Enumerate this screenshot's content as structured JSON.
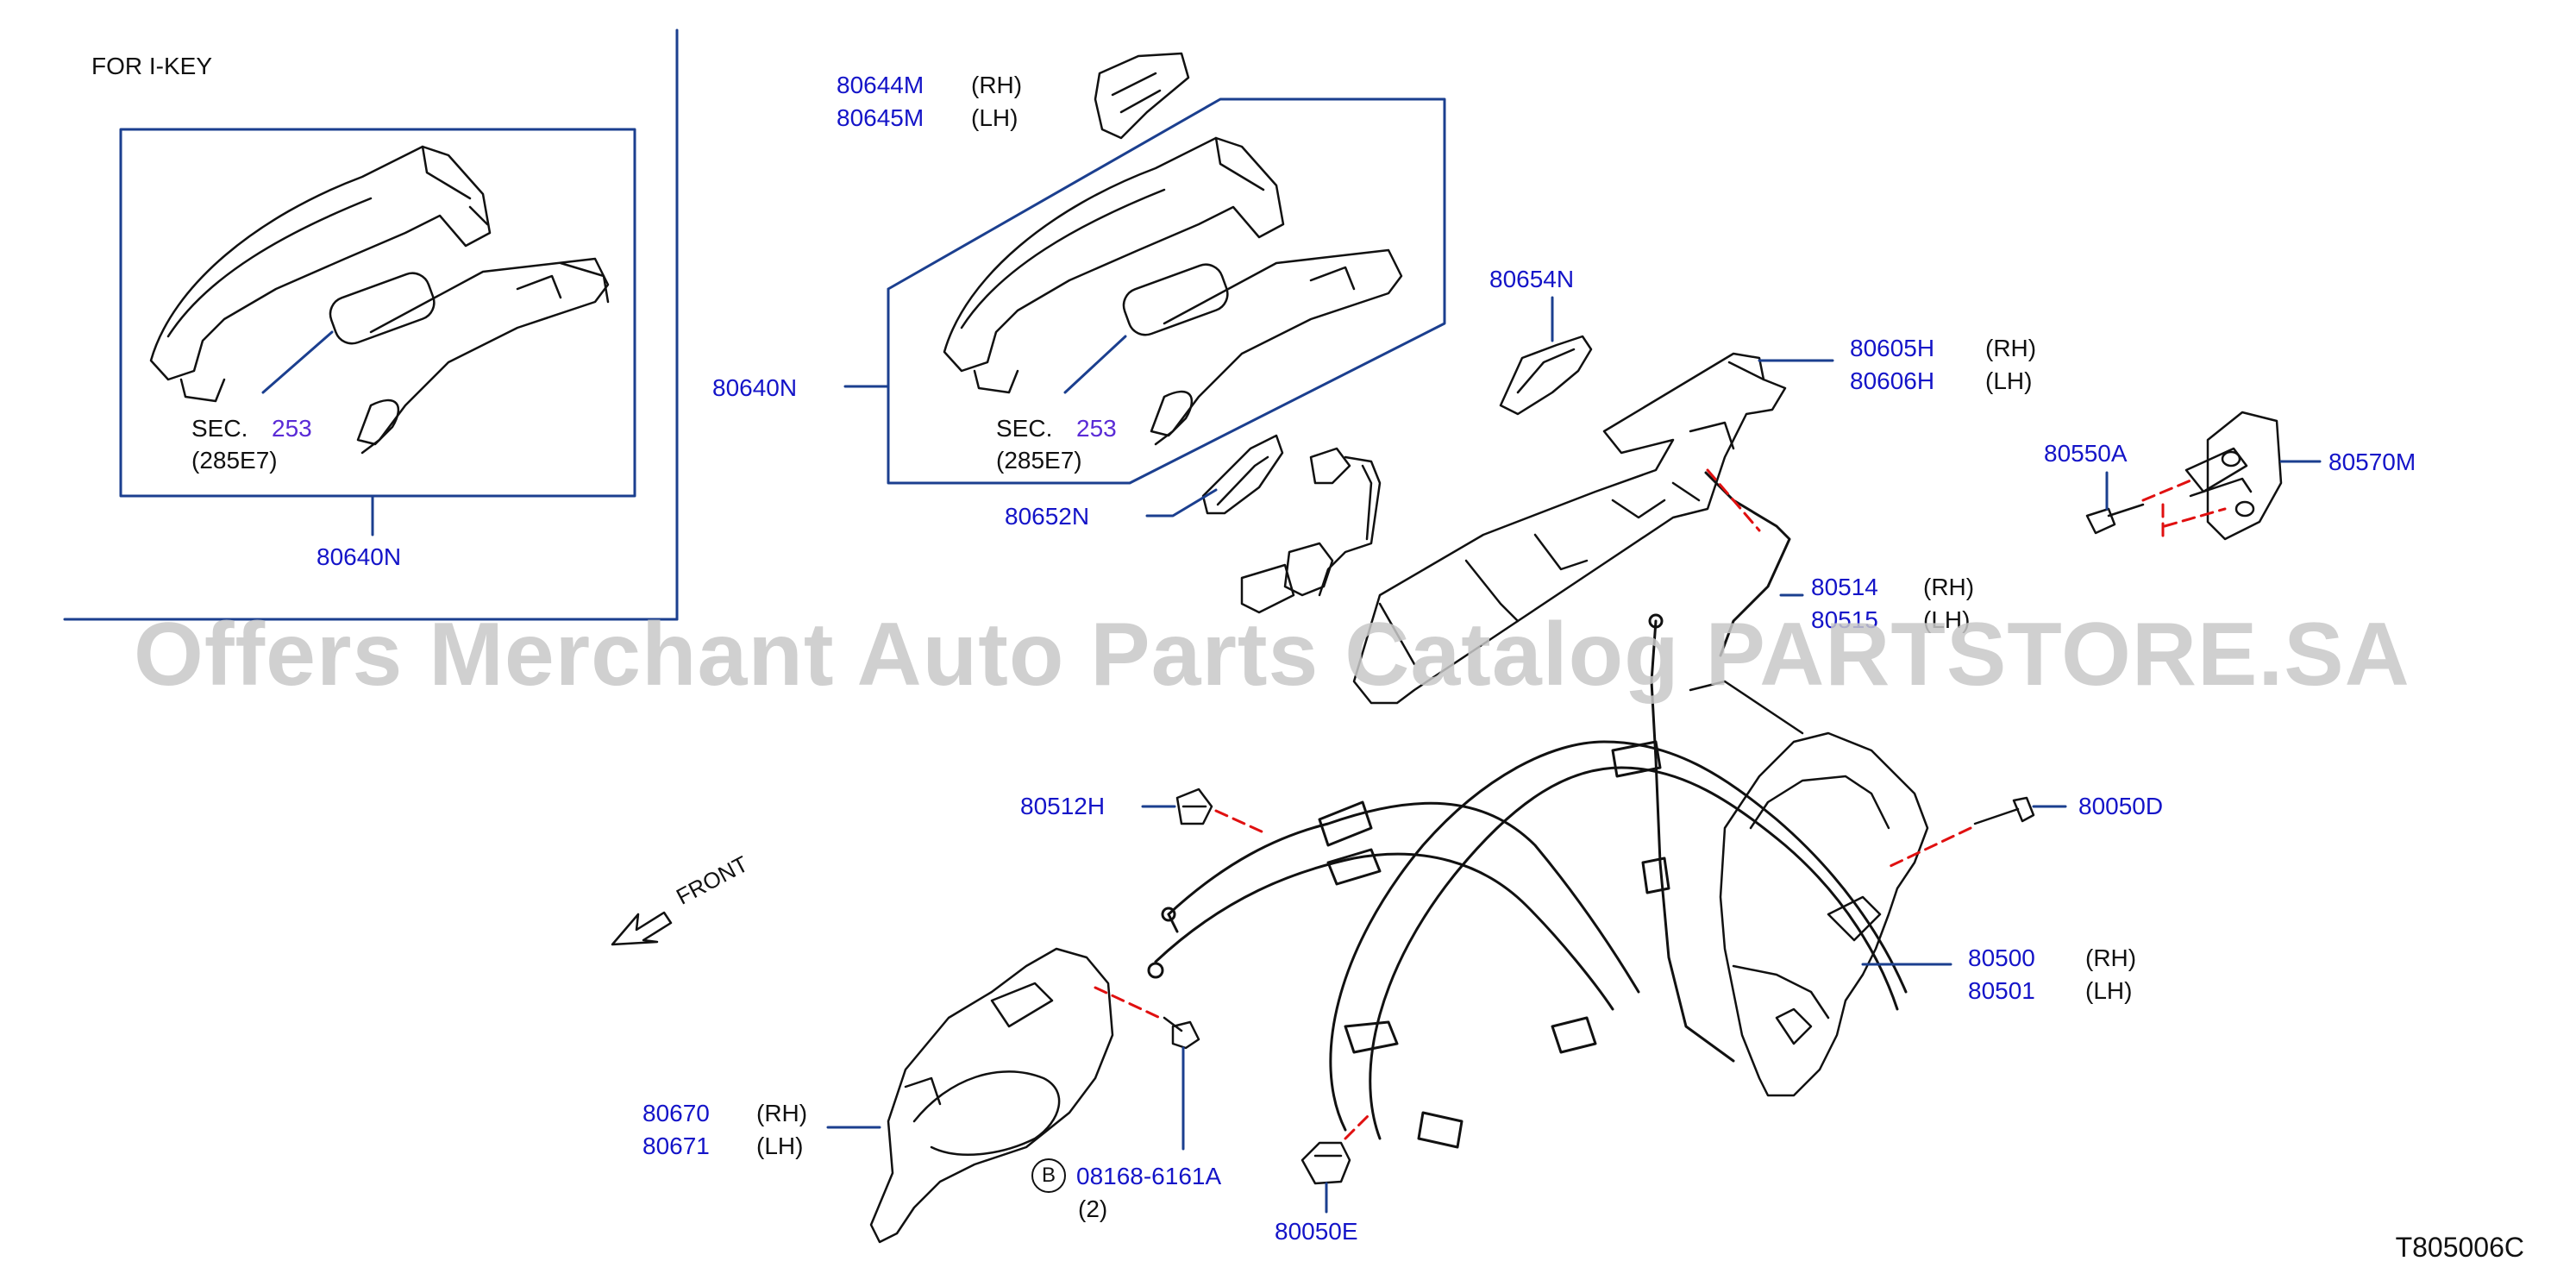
{
  "header_note": "FOR   I-KEY",
  "sec_ref_1": {
    "sec": "SEC.",
    "num": "253",
    "sub": "(285E7)"
  },
  "sec_ref_2": {
    "sec": "SEC.",
    "num": "253",
    "sub": "(285E7)"
  },
  "parts": {
    "p80644M": "80644M",
    "p80645M": "80645M",
    "p80640N_a": "80640N",
    "p80640N_b": "80640N",
    "p80652N": "80652N",
    "p80654N": "80654N",
    "p80605H": "80605H",
    "p80606H": "80606H",
    "p80550A": "80550A",
    "p80570M": "80570M",
    "p80514": "80514",
    "p80515": "80515",
    "p80512H": "80512H",
    "p80050D": "80050D",
    "p80500": "80500",
    "p80501": "80501",
    "p80670": "80670",
    "p80671": "80671",
    "p08168": "08168-6161A",
    "p80050E": "80050E"
  },
  "sides": {
    "rh": "(RH)",
    "lh": "(LH)"
  },
  "bolt_badge": "B",
  "bolt_qty": "(2)",
  "front_label": "FRONT",
  "watermark": "Offers Merchant Auto Parts Catalog PARTSTORE.SA",
  "diagram_code": "T805006C",
  "colors": {
    "label": "#1414c8",
    "line": "#1b3f8f",
    "leader_red": "#e01010",
    "sec": "#5a2bd6"
  }
}
